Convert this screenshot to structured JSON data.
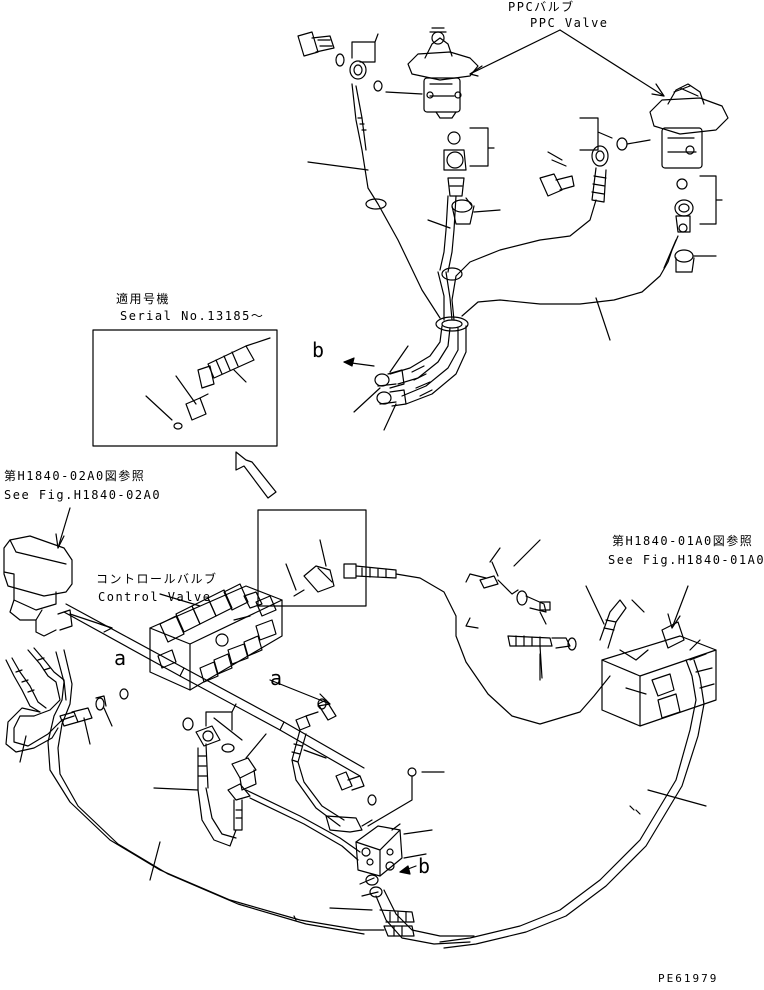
{
  "labels": {
    "ppc_jp": "PPCバルブ",
    "ppc_en": "PPC Valve",
    "applicable_jp": "適用号機",
    "serial": "Serial No.13185～",
    "ref_02a0_jp": "第H1840-02A0図参照",
    "ref_02a0_en": "See Fig.H1840-02A0",
    "ref_01a0_jp": "第H1840-01A0図参照",
    "ref_01a0_en": "See Fig.H1840-01A0",
    "control_valve_jp": "コントロールバルブ",
    "control_valve_en": "Control Valve",
    "marker_a": "a",
    "marker_b": "b",
    "drawing_no": "PE61979"
  },
  "colors": {
    "ink": "#000000",
    "paper": "#ffffff"
  }
}
